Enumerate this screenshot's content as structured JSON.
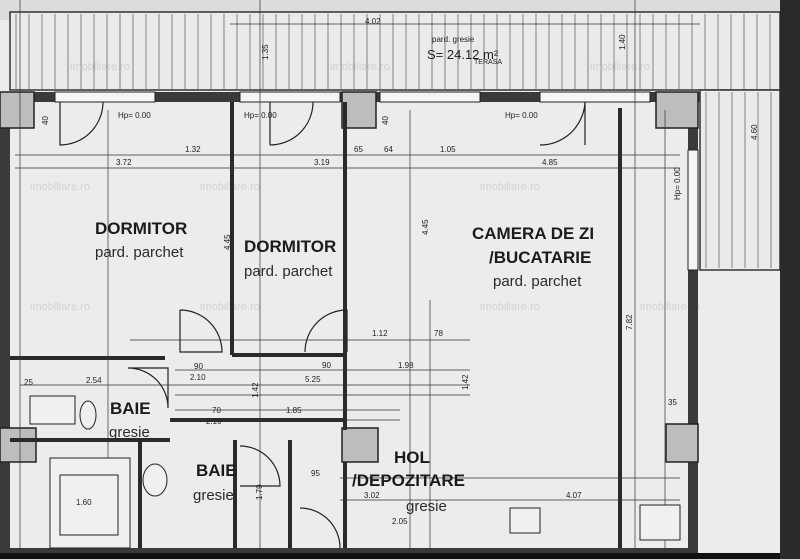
{
  "terrace": {
    "width_dim": "4.02",
    "floor": "pard. gresie",
    "area": "S= 24.12 m²",
    "name": "TERASA",
    "side_dims": [
      "1.40",
      "4.60",
      "1.35"
    ]
  },
  "rooms": {
    "dormitor_1": {
      "name": "DORMITOR",
      "floor": "pard. parchet"
    },
    "dormitor_2": {
      "name": "DORMITOR",
      "floor": "pard. parchet"
    },
    "living": {
      "name_line1": "CAMERA DE ZI",
      "name_line2": "/BUCATARIE",
      "floor": "pard. parchet"
    },
    "baie_1": {
      "name": "BAIE",
      "floor": "gresie"
    },
    "baie_2": {
      "name": "BAIE",
      "floor": "gresie"
    },
    "hol": {
      "name_line1": "HOL",
      "name_line2": "/DEPOZITARE",
      "floor": "gresie"
    }
  },
  "dimensions": {
    "hp1": "Hp= 0.00",
    "hp2": "Hp= 0.00",
    "hp3": "Hp= 0.00",
    "hp4": "Hp= 0.00",
    "d_372": "3.72",
    "d_132": "1.32",
    "d_319": "3.19",
    "d_65": "65",
    "d_64": "64",
    "d_105": "1.05",
    "d_485": "4.85",
    "d_445a": "4.45",
    "d_445b": "4.45",
    "d_782": "7.82",
    "d_112": "1.12",
    "d_78": "78",
    "d_254": "2.54",
    "d_198": "1.98",
    "d_525": "5.25",
    "d_142a": "1.42",
    "d_142b": "1.42",
    "d_185": "1.85",
    "d_70": "70",
    "d_210a": "2.10",
    "d_210b": "2.10",
    "d_90a": "90",
    "d_90b": "90",
    "d_35": "35",
    "d_160": "1.60",
    "d_302": "3.02",
    "d_205": "2.05",
    "d_407": "4.07",
    "d_95": "95",
    "d_40a": "40",
    "d_40b": "40",
    "d_25": "25",
    "d_179": "1.79"
  },
  "watermark": "imobiliare.ro"
}
